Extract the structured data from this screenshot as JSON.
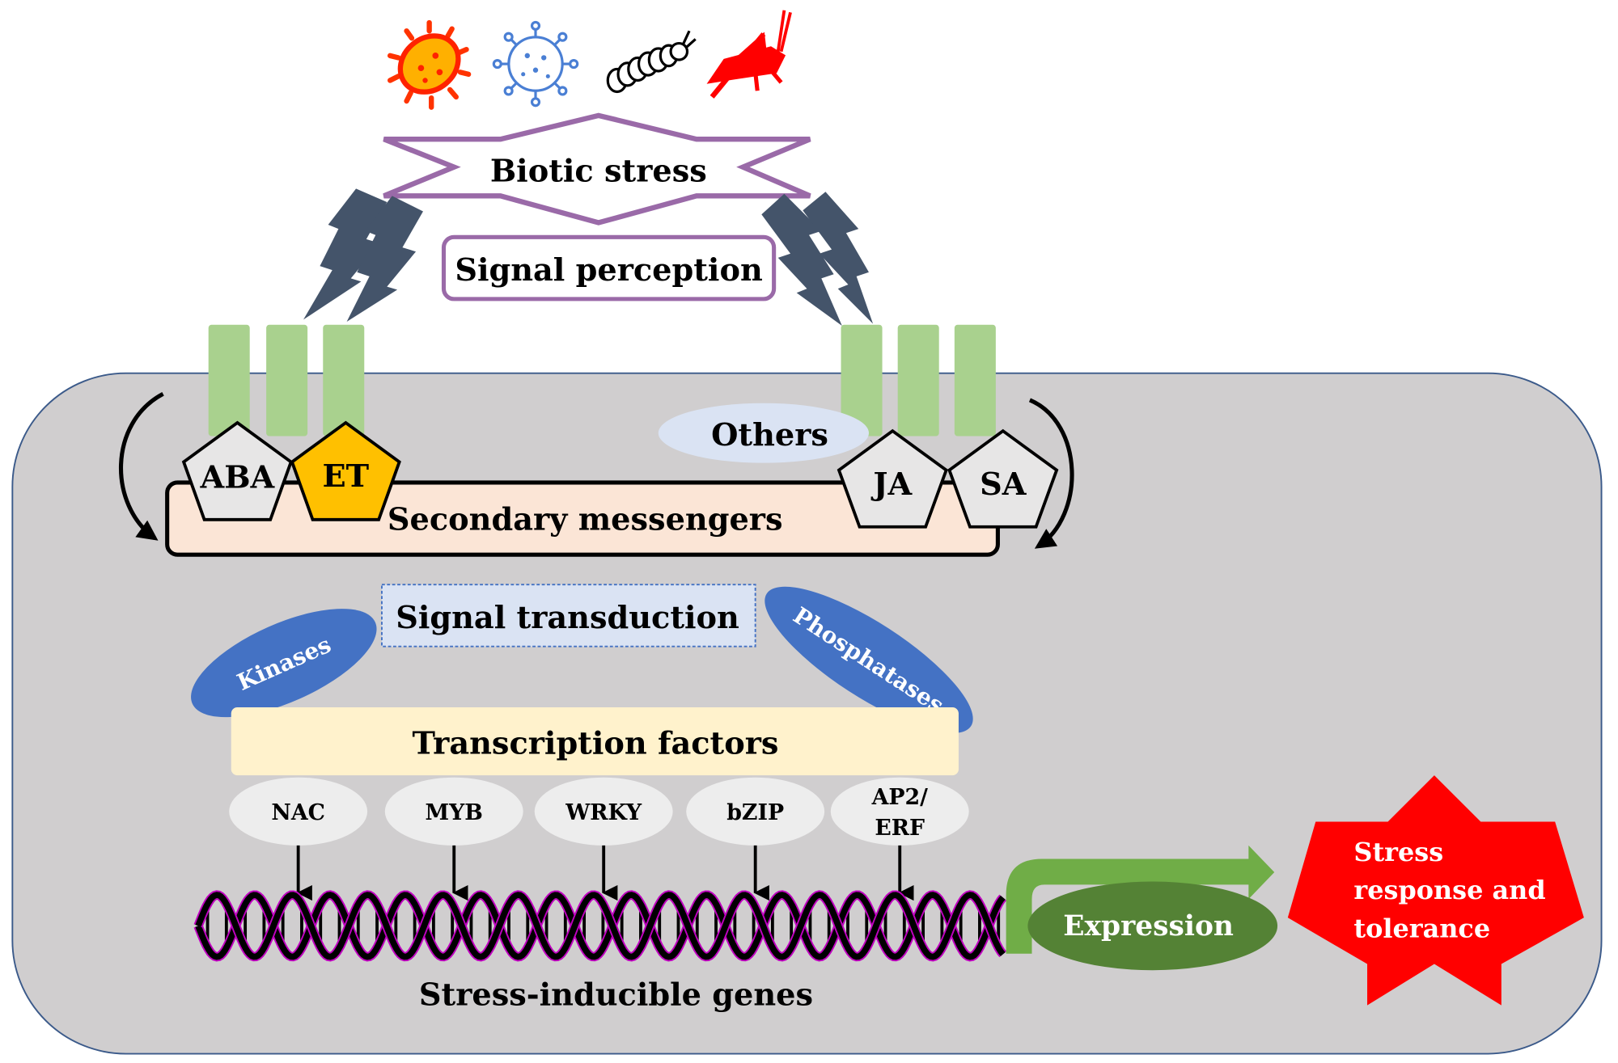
{
  "stressors": {
    "icons": [
      "bacteria-icon",
      "virus-icon",
      "caterpillar-icon",
      "grasshopper-icon"
    ]
  },
  "biotic_stress": "Biotic stress",
  "signal_perception": "Signal perception",
  "hormones": {
    "aba": "ABA",
    "et": "ET",
    "ja": "JA",
    "sa": "SA",
    "others": "Others"
  },
  "secondary_messengers": "Secondary messengers",
  "signal_transduction": "Signal transduction",
  "kinases": "Kinases",
  "phosphatases": "Phosphatases",
  "transcription_factors": {
    "title": "Transcription factors",
    "items": [
      {
        "line1": "NAC",
        "line2": ""
      },
      {
        "line1": "MYB",
        "line2": ""
      },
      {
        "line1": "WRKY",
        "line2": ""
      },
      {
        "line1": "bZIP",
        "line2": ""
      },
      {
        "line1": "AP2/",
        "line2": "ERF"
      }
    ]
  },
  "genes_label": "Stress-inducible genes",
  "expression": "Expression",
  "outcome": {
    "line1": "Stress",
    "line2": "response and",
    "line3": "tolerance"
  },
  "colors": {
    "cell": "#d0cecf",
    "cell_border": "#3b5a8a",
    "star_outline": "#9a6aa8",
    "receptor": "#a9d18e",
    "lightning": "#44546a",
    "et": "#ffc000",
    "enzyme": "#4472c4",
    "tf_bar": "#fff2cc",
    "expression": "#548235",
    "expression_arrow": "#70ad47",
    "outcome": "#ff0000",
    "dna_strand": "#000000",
    "dna_glow": "#c000c0"
  }
}
